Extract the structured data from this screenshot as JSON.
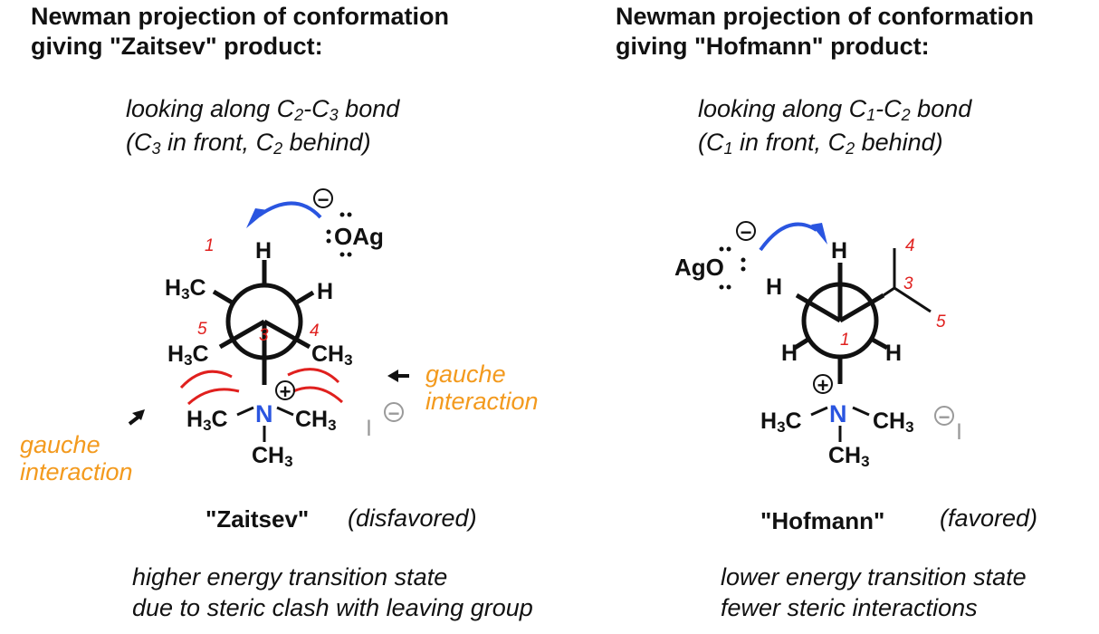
{
  "left": {
    "title_line1": "Newman projection of conformation",
    "title_line2": "giving \"Zaitsev\" product:",
    "view_line1": "looking along C2-C3 bond",
    "view_line2": "(C3 in front, C2 behind)",
    "base": "OAg",
    "substituents": {
      "top_h": "H",
      "ch3_top_left": "H3C",
      "h_right": "H",
      "ch3_left": "H3C",
      "ch3_right": "CH3",
      "n_methyl_left": "H3C",
      "n_center": "N",
      "n_methyl_right": "CH3",
      "n_methyl_bottom": "CH3",
      "iodide": "I"
    },
    "carbon_numbers": [
      "1",
      "5",
      "3",
      "4"
    ],
    "gauche_label": "gauche interaction",
    "product_name": "\"Zaitsev\"",
    "preference": "(disfavored)",
    "note_line1": "higher energy transition state",
    "note_line2": "due to steric clash with leaving group"
  },
  "right": {
    "title_line1": "Newman projection of conformation",
    "title_line2": "giving \"Hofmann\" product:",
    "view_line1": "looking along C1-C2 bond",
    "view_line2": "(C1 in front, C2 behind)",
    "base": "AgO",
    "substituents": {
      "top_h": "H",
      "h_left": "H",
      "h_bottom_left": "H",
      "h_bottom_right": "H",
      "n_center": "N",
      "n_methyl_left": "H3C",
      "n_methyl_right": "CH3",
      "n_methyl_bottom": "CH3",
      "iodide": "I"
    },
    "carbon_numbers": [
      "4",
      "3",
      "5",
      "1"
    ],
    "product_name": "\"Hofmann\"",
    "preference": "(favored)",
    "note_line1": "lower energy transition state",
    "note_line2": "fewer steric interactions"
  },
  "colors": {
    "text": "#111111",
    "nitrogen": "#2a55e0",
    "arrow": "#2a55e0",
    "carbon_number": "#e0201e",
    "gauche": "#f39a1e",
    "iodide": "#9a9a9a",
    "steric_clash": "#e0201e"
  }
}
